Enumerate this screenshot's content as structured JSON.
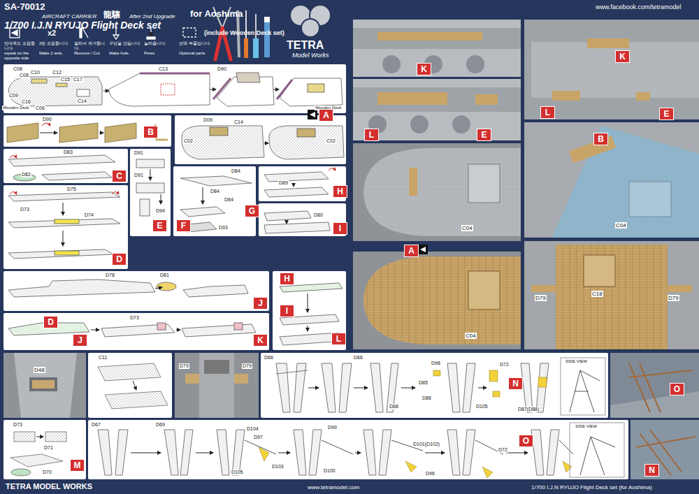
{
  "diagram": {
    "title": "1/700 I.J.N RYUJO Flight Deck set",
    "nodes": [
      {
        "text": [
          "B"
        ]
      },
      {
        "text": [
          "A"
        ]
      },
      {
        "text": [
          "C"
        ]
      },
      {
        "text": [
          "D"
        ]
      },
      {
        "text": [
          "E"
        ]
      },
      {
        "text": [
          "F"
        ]
      },
      {
        "text": [
          "G"
        ]
      },
      {
        "text": [
          "H"
        ]
      },
      {
        "text": [
          "I"
        ]
      },
      {
        "text": [
          "H"
        ]
      },
      {
        "text": [
          "I"
        ]
      },
      {
        "text": [
          "J"
        ]
      },
      {
        "text": [
          "L"
        ]
      },
      {
        "text": [
          "D"
        ]
      },
      {
        "text": [
          "J"
        ]
      },
      {
        "text": [
          "K"
        ]
      },
      {
        "text": [
          "N"
        ]
      },
      {
        "text": [
          "O"
        ]
      },
      {
        "text": [
          "M"
        ]
      },
      {
        "text": [
          "O"
        ]
      },
      {
        "text": [
          "N"
        ]
      },
      {
        "text": [
          "K"
        ]
      },
      {
        "text": [
          "K"
        ]
      },
      {
        "text": [
          "L"
        ]
      },
      {
        "text": [
          "E"
        ]
      },
      {
        "text": [
          "L"
        ]
      },
      {
        "text": [
          "E"
        ]
      },
      {
        "text": [
          "B"
        ]
      },
      {
        "text": [
          "A"
        ]
      }
    ],
    "labels": [
      "SA-70012",
      "AIRCRAFT CARRIER",
      "龍驤",
      "After 2nd Upgrade",
      "for Aoshima",
      "(include Wooden Deck set)",
      "x2",
      "반대쪽도 조립합니다.",
      "repeat on the opposite side",
      "2번 조립합니다.",
      "Make 2 sets.",
      "잘라서 제거합니다.",
      "Remove / Cut",
      "구멍을 만듭니다.",
      "Make hole.",
      "눌러줍니다.",
      "Press",
      "선택 부품입니다.",
      "Optional parts",
      "TETRA",
      "Model Works",
      "www.facebook.com/tetramodel",
      "C08",
      "C08",
      "C10",
      "C12",
      "C15",
      "C17",
      "C13",
      "C09",
      "C16",
      "C06",
      "C14",
      "Wooden Deck",
      "D90",
      "Wooden Deck",
      "D90",
      "D09",
      "C14",
      "C02",
      "C02",
      "D83",
      "D82",
      "D75",
      "D73",
      "D74",
      "D91",
      "D91",
      "D94",
      "D84",
      "D84",
      "D84",
      "D93",
      "D89",
      "D80",
      "D78",
      "D81",
      "D73",
      "D48",
      "C11",
      "D79",
      "D79",
      "D66",
      "D66",
      "D68",
      "D98",
      "D85",
      "D86",
      "D72",
      "D105",
      "D87(D88)",
      "SIDE VIEW",
      "D73",
      "D71",
      "D70",
      "D67",
      "D69",
      "D104",
      "D97",
      "D103",
      "D105",
      "D99",
      "D100",
      "D101(D102)",
      "D96",
      "D72",
      "SIDE VIEW",
      "TETRA MODEL WORKS",
      "www.tetramodel.com",
      "1/700 I.J.N RYUJO Flight Deck set (for Aoshima)",
      "C04",
      "C04",
      "C04",
      "C18",
      "D79",
      "D79"
    ]
  }
}
